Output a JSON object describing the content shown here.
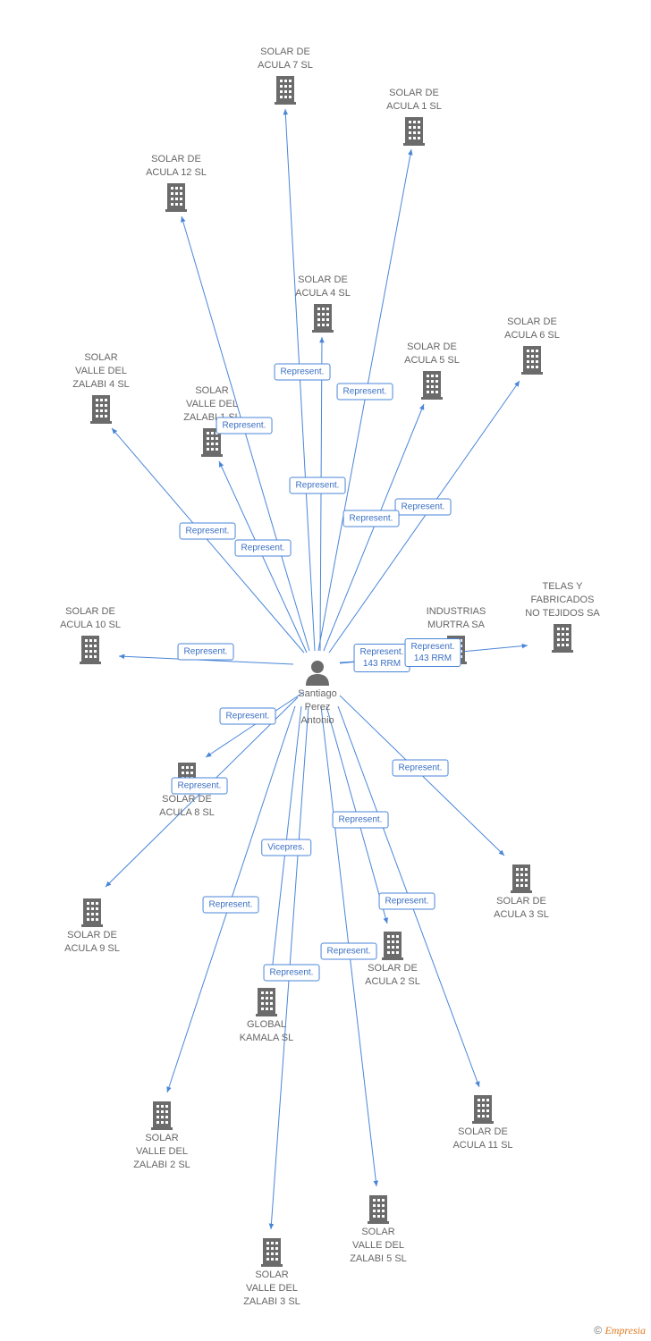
{
  "center": {
    "id": "person",
    "label": "Santiago\nPerez\nAntonio",
    "icon": "person-icon"
  },
  "nodes": [
    {
      "id": "acula7",
      "label": "SOLAR DE\nACULA 7 SL",
      "icon": "building-icon"
    },
    {
      "id": "acula1",
      "label": "SOLAR DE\nACULA 1 SL",
      "icon": "building-icon"
    },
    {
      "id": "acula12",
      "label": "SOLAR DE\nACULA 12 SL",
      "icon": "building-icon"
    },
    {
      "id": "acula4",
      "label": "SOLAR DE\nACULA 4 SL",
      "icon": "building-icon"
    },
    {
      "id": "acula6",
      "label": "SOLAR DE\nACULA 6 SL",
      "icon": "building-icon"
    },
    {
      "id": "acula5",
      "label": "SOLAR DE\nACULA 5 SL",
      "icon": "building-icon"
    },
    {
      "id": "zalabi4",
      "label": "SOLAR\nVALLE DEL\nZALABI 4 SL",
      "icon": "building-icon"
    },
    {
      "id": "zalabi1",
      "label": "SOLAR\nVALLE DEL\nZALABI 1 SL",
      "icon": "building-icon"
    },
    {
      "id": "acula10",
      "label": "SOLAR DE\nACULA 10 SL",
      "icon": "building-icon"
    },
    {
      "id": "murtra",
      "label": "INDUSTRIAS\nMURTRA SA",
      "icon": "building-icon"
    },
    {
      "id": "telas",
      "label": "TELAS Y\nFABRICADOS\nNO TEJIDOS SA",
      "icon": "building-icon"
    },
    {
      "id": "acula8",
      "label": "SOLAR DE\nACULA 8 SL",
      "icon": "building-icon"
    },
    {
      "id": "acula3",
      "label": "SOLAR DE\nACULA 3 SL",
      "icon": "building-icon"
    },
    {
      "id": "acula9",
      "label": "SOLAR DE\nACULA 9 SL",
      "icon": "building-icon"
    },
    {
      "id": "acula2",
      "label": "SOLAR DE\nACULA 2 SL",
      "icon": "building-icon"
    },
    {
      "id": "kamala",
      "label": "GLOBAL\nKAMALA SL",
      "icon": "building-icon"
    },
    {
      "id": "acula11",
      "label": "SOLAR DE\nACULA 11 SL",
      "icon": "building-icon"
    },
    {
      "id": "zalabi2",
      "label": "SOLAR\nVALLE DEL\nZALABI 2 SL",
      "icon": "building-icon"
    },
    {
      "id": "zalabi5",
      "label": "SOLAR\nVALLE DEL\nZALABI 5 SL",
      "icon": "building-icon"
    },
    {
      "id": "zalabi3",
      "label": "SOLAR\nVALLE DEL\nZALABI 3 SL",
      "icon": "building-icon"
    }
  ],
  "edges": [
    {
      "to": "acula7",
      "label": "Represent."
    },
    {
      "to": "acula1",
      "label": "Represent."
    },
    {
      "to": "acula12",
      "label": "Represent."
    },
    {
      "to": "acula4",
      "label": "Represent."
    },
    {
      "to": "acula6",
      "label": "Represent."
    },
    {
      "to": "acula5",
      "label": "Represent."
    },
    {
      "to": "zalabi4",
      "label": "Represent."
    },
    {
      "to": "zalabi1",
      "label": "Represent."
    },
    {
      "to": "acula10",
      "label": "Represent."
    },
    {
      "to": "murtra",
      "label": "Represent.\n143 RRM"
    },
    {
      "to": "telas",
      "label": "Represent.\n143 RRM"
    },
    {
      "to": "acula8",
      "label": "Represent."
    },
    {
      "to": "acula3",
      "label": "Represent."
    },
    {
      "to": "acula9",
      "label": "Represent."
    },
    {
      "to": "acula2",
      "label": "Represent."
    },
    {
      "to": "kamala",
      "label": "Vicepres."
    },
    {
      "to": "acula11",
      "label": "Represent."
    },
    {
      "to": "zalabi2",
      "label": "Represent."
    },
    {
      "to": "zalabi5",
      "label": "Represent."
    },
    {
      "to": "zalabi3",
      "label": "Represent."
    }
  ],
  "colors": {
    "edge": "#4a86d8",
    "icon": "#6b6b6b",
    "text": "#666666"
  },
  "footer": {
    "symbol": "©",
    "brand": "Empresia"
  }
}
